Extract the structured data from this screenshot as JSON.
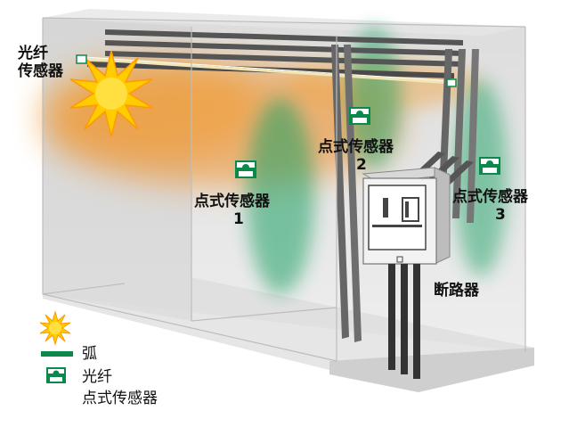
{
  "labels": {
    "fiber_sensor": "光纤\n传感器",
    "point_sensor": "点式传感器",
    "sensor_1_num": "1",
    "sensor_2_num": "2",
    "sensor_3_num": "3",
    "breaker": "断路器"
  },
  "legend": {
    "arc": "弧",
    "fiber": "光纤",
    "point_sensor": "点式传感器"
  },
  "colors": {
    "sensor_green": "#0a8a4a",
    "glow_green": "#1fa064",
    "glow_orange": "#f08a1c",
    "arc_yellow": "#ffcc00",
    "cabinet_gray": "#c8c8c8"
  }
}
